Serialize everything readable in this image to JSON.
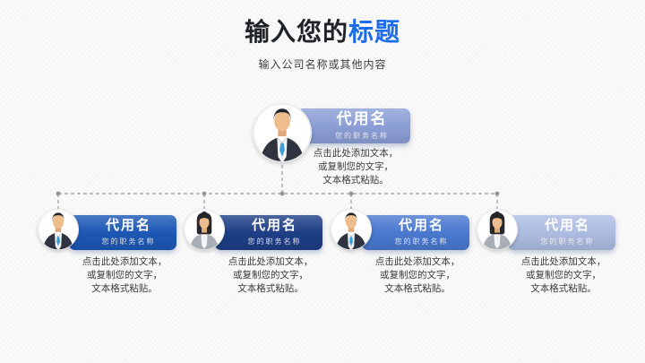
{
  "slide": {
    "background_color": "#fafafa",
    "title_prefix": "输入您的",
    "title_accent": "标题",
    "title_accent_color": "#1d6ce8",
    "title_text_color": "#1f2227",
    "subtitle": "输入公司名称或其他内容"
  },
  "org_chart": {
    "connector_color": "#ababab",
    "connector_style": "dashed-with-junction-dots",
    "root": {
      "name": "代用名",
      "role": "您的职务名称",
      "description": [
        "点击此处添加文本，",
        "或复制您的文字，",
        "文本格式粘贴。"
      ],
      "avatar": "male-avatar",
      "avatar_ref": "#avatar-male",
      "banner_color": "#8c9fd6"
    },
    "children": [
      {
        "name": "代用名",
        "role": "您的职务名称",
        "description": [
          "点击此处添加文本，",
          "或复制您的文字，",
          "文本格式粘贴。"
        ],
        "avatar": "male-avatar",
        "avatar_ref": "#avatar-male",
        "banner_color": "#1d58b5"
      },
      {
        "name": "代用名",
        "role": "您的职务名称",
        "description": [
          "点击此处添加文本，",
          "或复制您的文字，",
          "文本格式粘贴。"
        ],
        "avatar": "female-avatar",
        "avatar_ref": "#avatar-female",
        "banner_color": "#1e3f86"
      },
      {
        "name": "代用名",
        "role": "您的职务名称",
        "description": [
          "点击此处添加文本，",
          "或复制您的文字，",
          "文本格式粘贴。"
        ],
        "avatar": "male-avatar",
        "avatar_ref": "#avatar-male",
        "banner_color": "#4a79cf"
      },
      {
        "name": "代用名",
        "role": "您的职务名称",
        "description": [
          "点击此处添加文本，",
          "或复制您的文字，",
          "文本格式粘贴。"
        ],
        "avatar": "female-avatar",
        "avatar_ref": "#avatar-female",
        "banner_color": "#adbce1"
      }
    ]
  }
}
